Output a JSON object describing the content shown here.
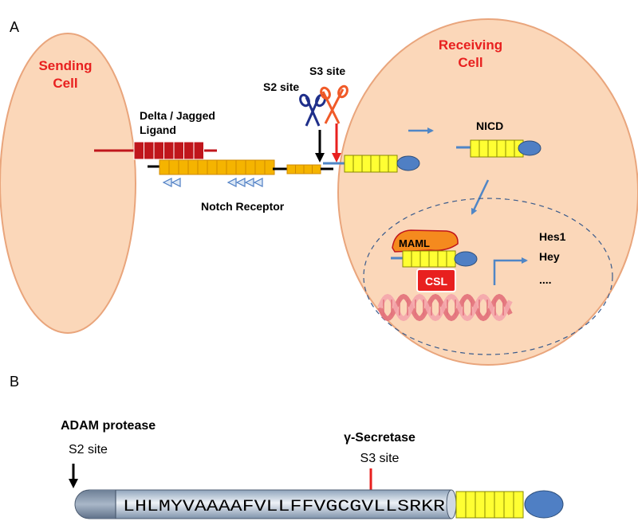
{
  "panel_a": {
    "label": "A",
    "sending_cell": {
      "line1": "Sending",
      "line2": "Cell"
    },
    "receiving_cell": {
      "line1": "Receiving",
      "line2": "Cell"
    },
    "ligand": {
      "line1": "Delta / Jagged",
      "line2": "Ligand"
    },
    "receptor_label": "Notch Receptor",
    "s2_label": "S2 site",
    "s3_label": "S3 site",
    "nicd_label": "NICD",
    "maml_label": "MAML",
    "csl_label": "CSL",
    "targets": [
      "Hes1",
      "Hey",
      "...."
    ]
  },
  "panel_b": {
    "label": "B",
    "adam_label": "ADAM protease",
    "s2_label": "S2 site",
    "gamma_label": "γ-Secretase",
    "s3_label": "S3 site",
    "sequence": "LHLMYVAAAAFVLLFFVGCGVLLSRKR"
  },
  "colors": {
    "cell_fill": "#fbd7b9",
    "cell_stroke": "#e9a57c",
    "red_text": "#e8201f",
    "ligand": "#c0161c",
    "receptor": "#f5b400",
    "nicd": "#ffff33",
    "domain_blue": "#4f7fc4",
    "maml": "#f58a1e",
    "csl": "#e8201f",
    "arrow_blue": "#4f86c6"
  }
}
